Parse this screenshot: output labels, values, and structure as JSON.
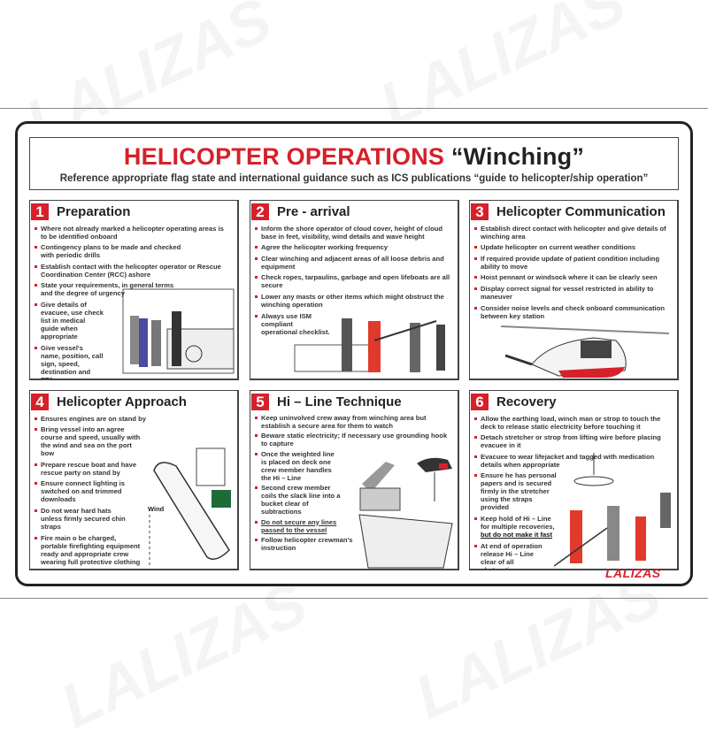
{
  "poster": {
    "title_red": "HELICOPTER OPERATIONS",
    "title_black": "“Winching”",
    "subtitle": "Reference appropriate flag state and international guidance such as ICS publications “guide to helicopter/ship operation”",
    "brand": "LALIZAS",
    "accent_color": "#d6202a"
  },
  "panels": [
    {
      "number": "1",
      "title": "Preparation",
      "items": [
        "Where not already marked a helicopter operating areas is to be identified onboard",
        "Contingency plans to be made and checked with periodic drills",
        "Establish contact with the helicopter operator or Rescue Coordination Center (RCC) ashore",
        "State your requirements, in general terms and the degree of urgency",
        "Give details of evacuee, use check list in medical guide when appropriate",
        "Give vessel's name, position, call sign, speed, destination and ETA"
      ]
    },
    {
      "number": "2",
      "title": "Pre - arrival",
      "items": [
        "Inform the shore operator of cloud cover, height of cloud base in feet, visibility, wind details and wave height",
        "Agree the helicopter working frequency",
        "Clear winching and adjacent areas of all loose debris and equipment",
        "Check ropes, tarpaulins, garbage and open lifeboats are all secure",
        "Lower any masts or other items which might obstruct the winching operation",
        "Always use ISM compliant operational checklist."
      ]
    },
    {
      "number": "3",
      "title": "Helicopter Communication",
      "items": [
        "Establish direct contact with helicopter and give details of winching area",
        "Update helicopter on current weather conditions",
        "If required provide update of patient condition including ability to move",
        "Hoist pennant or windsock where it can be clearly seen",
        "Display correct signal for vessel restricted in ability to maneuver",
        "Consider noise levels and check onboard communication between key station"
      ]
    },
    {
      "number": "4",
      "title": "Helicopter Approach",
      "wind_label": "Wind",
      "items": [
        "Ensures engines are on stand by",
        "Bring vessel into an agree course and speed, usually with the wind and sea on the port bow",
        "Prepare rescue boat and have rescue party on stand by",
        "Ensure connect lighting is switched on and trimmed downloads",
        "Do not wear hard hats unless firmly secured chin straps",
        "Fire main o be charged, portable firefighting equipment ready and appropriate crew wearing full protective clothing"
      ]
    },
    {
      "number": "5",
      "title": "Hi – Line Technique",
      "items": [
        "Keep uninvolved crew away from winching area but establish a secure area for them to watch",
        "Beware static electricity; If necessary use grounding hook to capture",
        "Once the weighted line is placed on deck one crew member handles the Hi – Line",
        "Second crew member coils the slack line into a bucket clear of subtractions",
        "Do not secure any lines passed to the vessel",
        "Follow helicopter crewman's instruction"
      ]
    },
    {
      "number": "6",
      "title": "Recovery",
      "items": [
        "Allow the earthing load, winch man or strop to touch the deck to release static electricity before touching it",
        "Detach stretcher or strop from lifting wire before placing evacuee in it",
        "Evacuee to wear lifejacket and tagged with medication details when appropriate",
        "Ensure he has personal papers and is secured firmly in the stretcher using the straps provided",
        "Keep hold of Hi – Line for multiple recoveries,",
        "but do not make it fast",
        "At end of operation release Hi – Line clear of all obstructions"
      ]
    }
  ]
}
